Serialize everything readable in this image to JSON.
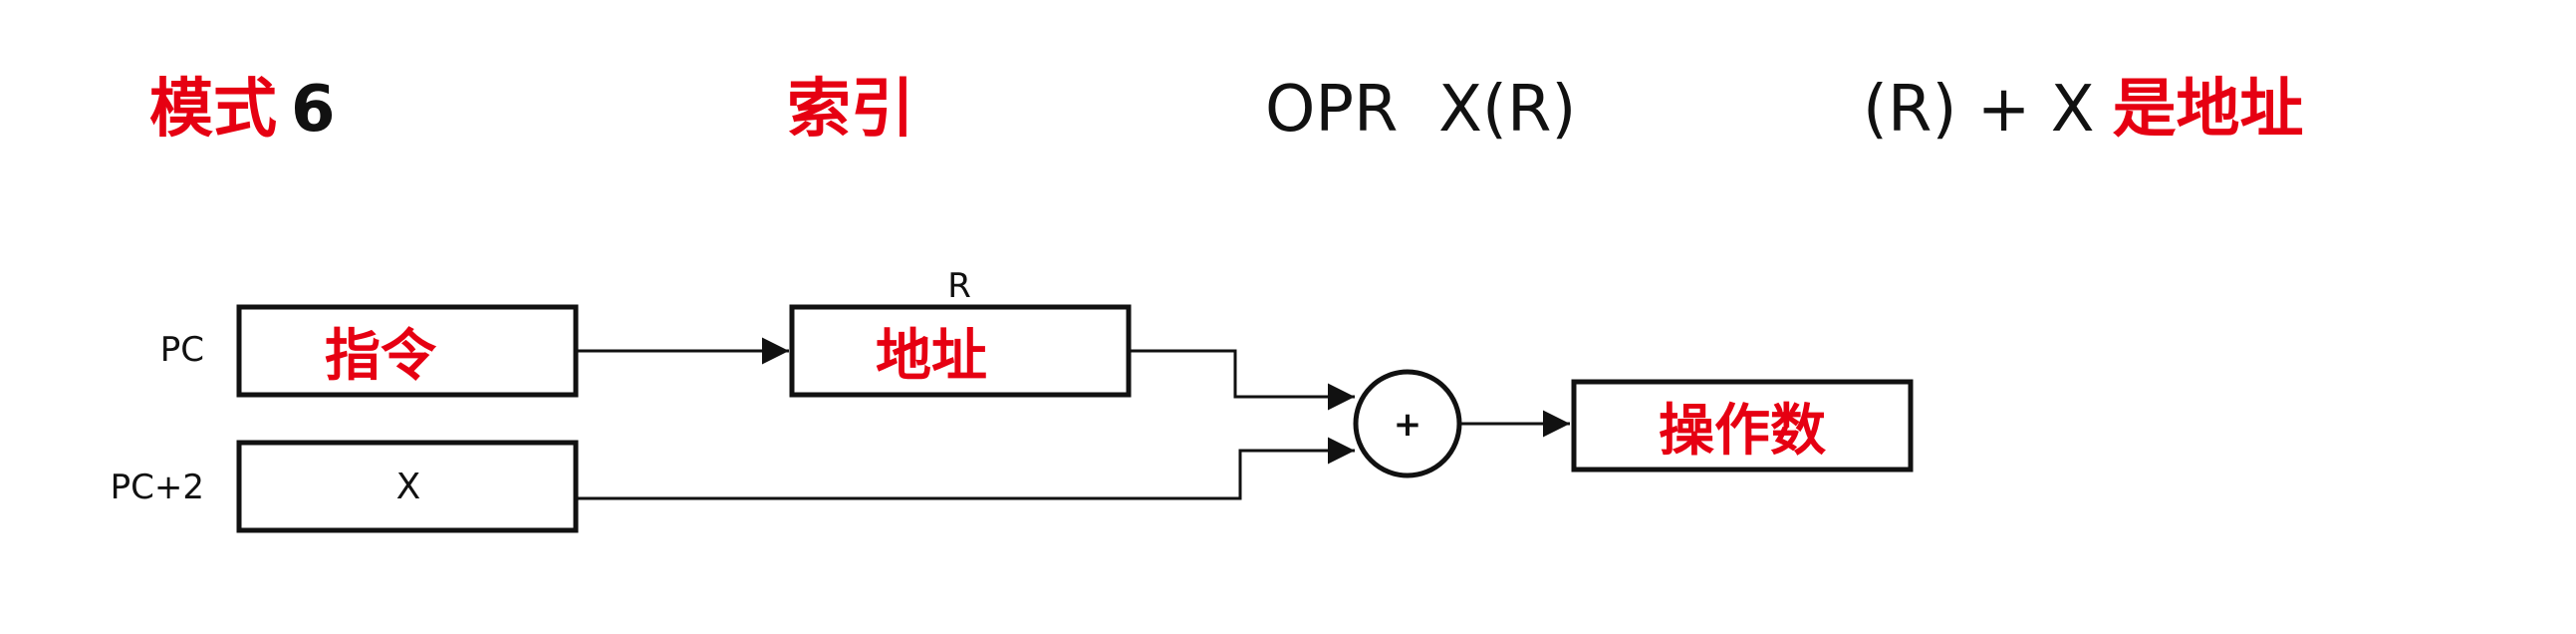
{
  "header": {
    "mode_zh": "模式",
    "mode_number": "6",
    "mode_name_zh": "索引",
    "syntax": "OPR  X(R)",
    "formula": "(R) + X",
    "formula_suffix_zh": "是地址"
  },
  "diagram": {
    "pc_label": "PC",
    "pc2_label": "PC+2",
    "instruction_box": "指令",
    "x_box": "X",
    "register_label": "R",
    "address_box": "地址",
    "adder_symbol": "+",
    "operand_box": "操作数"
  },
  "colors": {
    "annotation": "#e60012",
    "line": "#111111"
  }
}
